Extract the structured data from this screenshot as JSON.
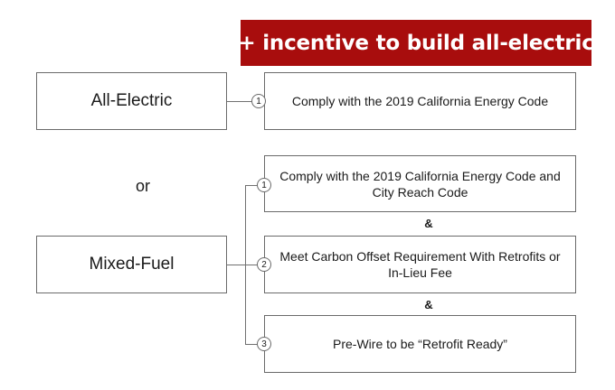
{
  "banner": {
    "text": "+ incentive to build all-electric",
    "background_color": "#a80d0d",
    "text_color": "#ffffff"
  },
  "left_options": {
    "all_electric": "All-Electric",
    "or": "or",
    "mixed_fuel": "Mixed-Fuel"
  },
  "requirements": {
    "all_electric": {
      "number": "1",
      "text": "Comply with the 2019 California Energy Code"
    },
    "mixed_fuel": [
      {
        "number": "1",
        "text": "Comply with the 2019 California Energy Code and City Reach Code"
      },
      {
        "number": "2",
        "text": "Meet Carbon Offset Requirement With Retrofits or In-Lieu Fee"
      },
      {
        "number": "3",
        "text": "Pre-Wire to be “Retrofit Ready”"
      }
    ],
    "connector": "&"
  }
}
